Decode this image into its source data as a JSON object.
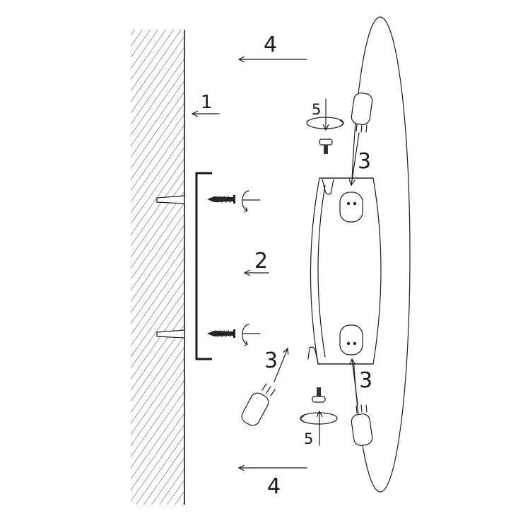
{
  "steps": {
    "wall_mount": "1",
    "bracket_fix": "2",
    "bulb_top": "3",
    "bulb_bottom": "3",
    "bulb_loose": "3",
    "cover_top": "4",
    "cover_bottom": "4",
    "screw_top": "5",
    "screw_bottom": "5"
  },
  "colors": {
    "line": "#1a1a1a",
    "background": "#ffffff"
  }
}
